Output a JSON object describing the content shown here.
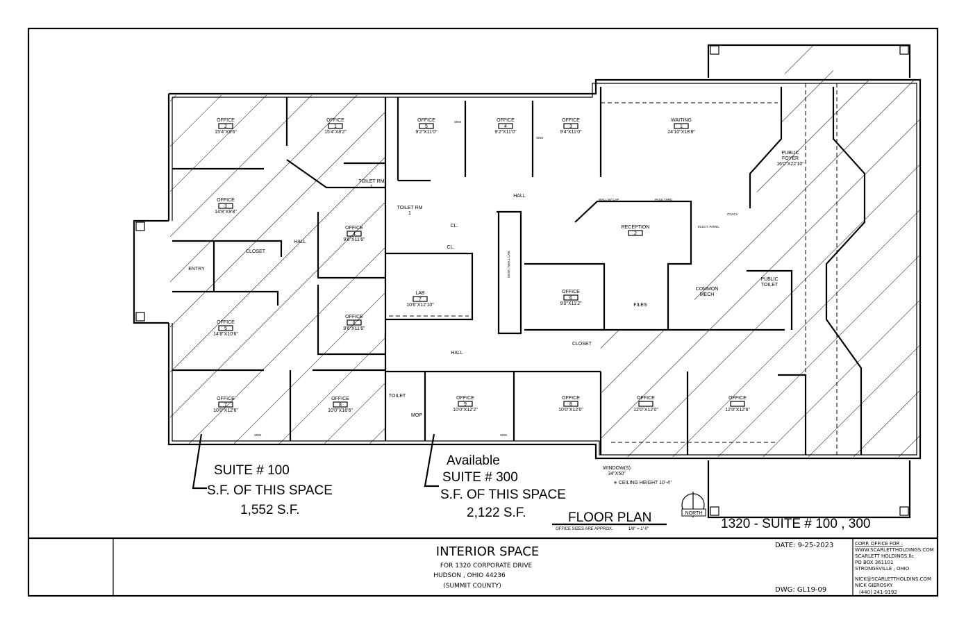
{
  "suite100_rooms": [
    {
      "name": "OFFICE",
      "num": "2",
      "size": "15'4\"X9'6\""
    },
    {
      "name": "OFFICE",
      "num": "1",
      "size": "15'4\"X8'2\""
    },
    {
      "name": "OFFICE",
      "num": "3",
      "size": "14'8\"X9'8\""
    },
    {
      "name": "OFFICE",
      "num": "4",
      "size": "9'6\"X11'6\""
    },
    {
      "name": "OFFICE",
      "num": "5",
      "size": "14'8\"X10'6\""
    },
    {
      "name": "OFFICE",
      "num": "6",
      "size": "9'6\"X11'6\""
    },
    {
      "name": "OFFICE",
      "num": "7",
      "size": "10'0\"X12'6\""
    },
    {
      "name": "OFFICE",
      "num": "8",
      "size": "10'0\"X16'6\""
    }
  ],
  "suite100_misc": {
    "toilet": "TOILET RM",
    "toilet_num": "1",
    "closet": "CLOSET",
    "entry": "ENTRY",
    "hall": "HALL"
  },
  "suite300_rooms": [
    {
      "name": "OFFICE",
      "num": "5",
      "size": "9'2\"X11'0\""
    },
    {
      "name": "OFFICE",
      "num": "4",
      "size": "9'2\"X11'0\""
    },
    {
      "name": "OFFICE",
      "num": "3",
      "size": "9'4\"X11'0\""
    },
    {
      "name": "WAITING",
      "num": "1",
      "size": "24'10\"X18'8\""
    },
    {
      "name": "LAB",
      "num": "7",
      "size": "10'6\"X12'10\""
    },
    {
      "name": "OFFICE",
      "num": "6",
      "size": "9'0\"X11'2\""
    },
    {
      "name": "OFFICE",
      "num": "9",
      "size": "10'0\"X12'2\""
    },
    {
      "name": "OFFICE",
      "num": "8",
      "size": "10'0\"X12'0\""
    },
    {
      "name": "OFFICE",
      "num": "",
      "size": "12'0\"X12'0\""
    },
    {
      "name": "OFFICE",
      "num": "",
      "size": "12'0\"X12'6\""
    }
  ],
  "suite300_misc": {
    "hall": "HALL",
    "toilet_rm": "TOILET RM",
    "toilet_num": "1",
    "cl": "CL.",
    "reception": "RECEPTION",
    "reception_num": "2",
    "files": "FILES",
    "closet": "CLOSET",
    "toilet": "TOILET",
    "mop": "MOP",
    "public": "PUBLIC",
    "foyer": "FOYER",
    "foyer_size": "16'0\"X22'10\"",
    "common": "COMMON",
    "mech": "MECH",
    "public_toilet": "TOILET",
    "wall_cap": "WALL W/ CAP",
    "pass_thru": "PASS THRU",
    "coats": "COATS",
    "elect": "ELECT. PANEL",
    "desk": "DESK / WALL CAB.",
    "sink": "SINK"
  },
  "annotations": {
    "suite100": [
      "SUITE # 100",
      "S.F. OF THIS SPACE",
      "1,552 S.F."
    ],
    "suite300": [
      "Available",
      "SUITE # 300",
      "S.F. OF THIS SPACE",
      "2,122 S.F."
    ],
    "window": "WINDOW(S)",
    "window_size": "34\"X50\"",
    "ceiling": "∗ CEILING HEIGHT  10'-4\"",
    "floor_plan": "FLOOR  PLAN",
    "sizes_note": "OFFICE SIZES ARE APPROX.",
    "scale": "1/8\" = 1'-0\"",
    "north": "NORTH",
    "suite_title": "1320 - SUITE # 100 , 300"
  },
  "title_block": {
    "title": "INTERIOR SPACE",
    "line1": "FOR 1320 CORPORATE DRIVE",
    "line2": "HUDSON ,   OHIO 44236",
    "line3": "(SUMMIT COUNTY)",
    "date": "DATE:  9-25-2023",
    "dwg": "DWG:  GL19-09",
    "corp": [
      "CORP. OFFICE FOR :",
      "WWW.SCARLETTHOLDINGS.COM",
      "SCARLETT HOLDINGS,llc",
      "PO BOX 361101",
      "STRONGSVILLE , OHIO"
    ],
    "contact": [
      "NICK@SCARLETTHOLDINS.COM",
      "NICK GIEROSKY",
      "(440)    241-9192"
    ]
  }
}
